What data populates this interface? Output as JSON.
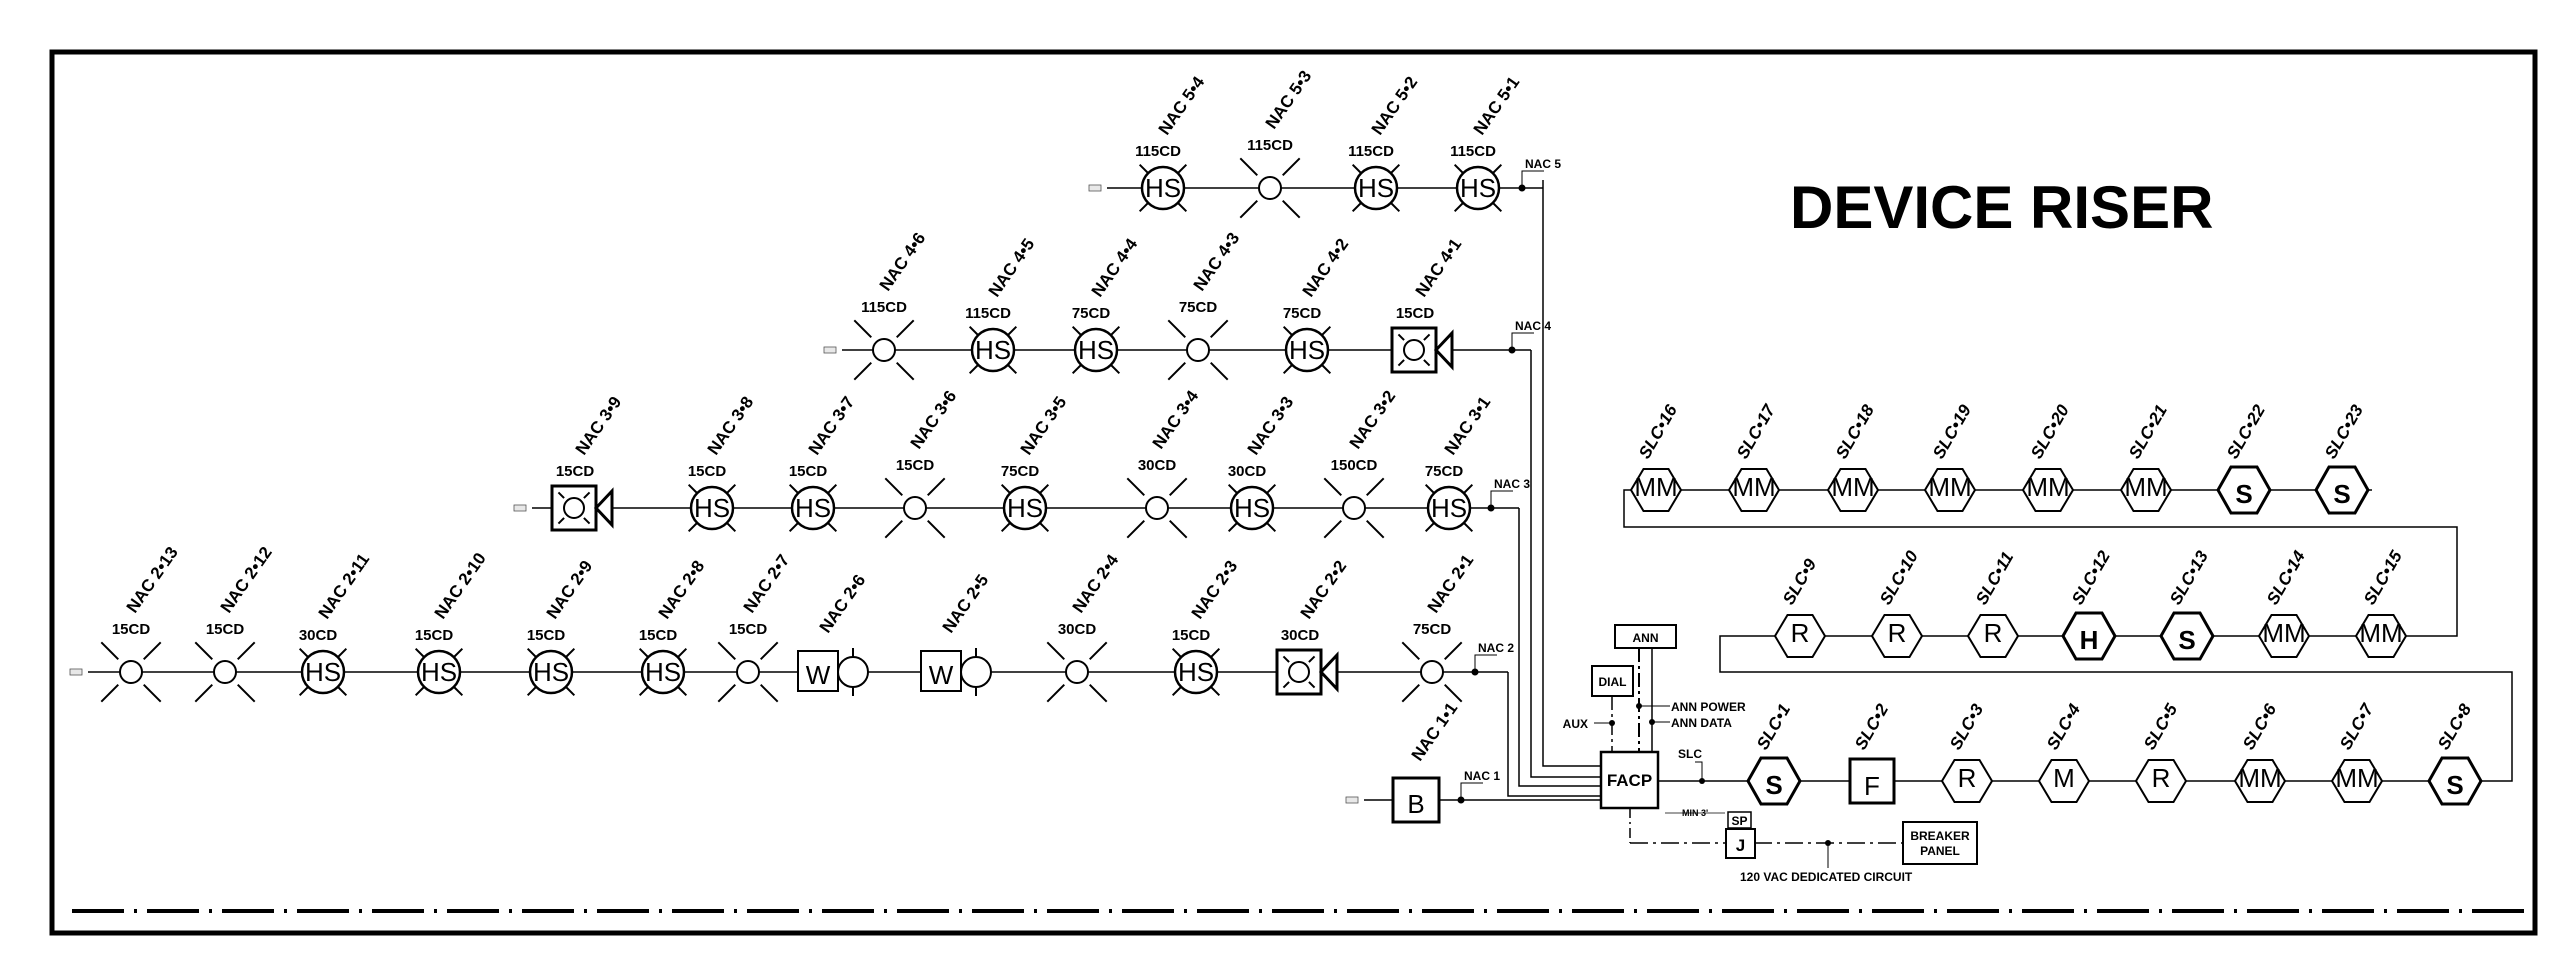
{
  "title": "DEVICE RISER",
  "colors": {
    "ink": "#000000",
    "paper": "#ffffff",
    "eol_fill": "#e8e8e8"
  },
  "legend_symbols": {
    "strobe": "wall strobe (candela rated)",
    "HS": "horn/strobe",
    "speaker_strobe": "speaker/strobe",
    "W": "waterflow/weatherproof horn",
    "B": "bell",
    "S": "smoke detector",
    "F": "fire pull station",
    "R": "relay module",
    "M": "monitor module",
    "MM": "mini monitor module",
    "H": "heat detector"
  },
  "nac_circuits": [
    {
      "name": "NAC 5",
      "tap_label": "NAC 5",
      "devices": [
        {
          "id": "NAC 5•4",
          "type": "HS",
          "rating": "115CD",
          "text": "HS"
        },
        {
          "id": "NAC 5•3",
          "type": "strobe",
          "rating": "115CD",
          "text": ""
        },
        {
          "id": "NAC 5•2",
          "type": "HS",
          "rating": "115CD",
          "text": "HS"
        },
        {
          "id": "NAC 5•1",
          "type": "HS",
          "rating": "115CD",
          "text": "HS"
        }
      ]
    },
    {
      "name": "NAC 4",
      "tap_label": "NAC 4",
      "devices": [
        {
          "id": "NAC 4•6",
          "type": "strobe",
          "rating": "115CD",
          "text": ""
        },
        {
          "id": "NAC 4•5",
          "type": "HS",
          "rating": "115CD",
          "text": "HS"
        },
        {
          "id": "NAC 4•4",
          "type": "HS",
          "rating": "75CD",
          "text": "HS"
        },
        {
          "id": "NAC 4•3",
          "type": "strobe",
          "rating": "75CD",
          "text": ""
        },
        {
          "id": "NAC 4•2",
          "type": "HS",
          "rating": "75CD",
          "text": "HS"
        },
        {
          "id": "NAC 4•1",
          "type": "speaker_strobe",
          "rating": "15CD",
          "text": ""
        }
      ]
    },
    {
      "name": "NAC 3",
      "tap_label": "NAC 3",
      "devices": [
        {
          "id": "NAC 3•9",
          "type": "speaker_strobe",
          "rating": "15CD",
          "text": ""
        },
        {
          "id": "NAC 3•8",
          "type": "HS",
          "rating": "15CD",
          "text": "HS"
        },
        {
          "id": "NAC 3•7",
          "type": "HS",
          "rating": "15CD",
          "text": "HS"
        },
        {
          "id": "NAC 3•6",
          "type": "strobe",
          "rating": "15CD",
          "text": ""
        },
        {
          "id": "NAC 3•5",
          "type": "HS",
          "rating": "75CD",
          "text": "HS"
        },
        {
          "id": "NAC 3•4",
          "type": "strobe",
          "rating": "30CD",
          "text": ""
        },
        {
          "id": "NAC 3•3",
          "type": "HS",
          "rating": "30CD",
          "text": "HS"
        },
        {
          "id": "NAC 3•2",
          "type": "strobe",
          "rating": "150CD",
          "text": ""
        },
        {
          "id": "NAC 3•1",
          "type": "HS",
          "rating": "75CD",
          "text": "HS"
        }
      ]
    },
    {
      "name": "NAC 2",
      "tap_label": "NAC 2",
      "devices": [
        {
          "id": "NAC 2•13",
          "type": "strobe",
          "rating": "15CD",
          "text": ""
        },
        {
          "id": "NAC 2•12",
          "type": "strobe",
          "rating": "15CD",
          "text": ""
        },
        {
          "id": "NAC 2•11",
          "type": "HS",
          "rating": "30CD",
          "text": "HS"
        },
        {
          "id": "NAC 2•10",
          "type": "HS",
          "rating": "15CD",
          "text": "HS"
        },
        {
          "id": "NAC 2•9",
          "type": "HS",
          "rating": "15CD",
          "text": "HS"
        },
        {
          "id": "NAC 2•8",
          "type": "HS",
          "rating": "15CD",
          "text": "HS"
        },
        {
          "id": "NAC 2•7",
          "type": "strobe",
          "rating": "15CD",
          "text": ""
        },
        {
          "id": "NAC 2•6",
          "type": "W",
          "rating": "",
          "text": "W"
        },
        {
          "id": "NAC 2•5",
          "type": "W",
          "rating": "",
          "text": "W"
        },
        {
          "id": "NAC 2•4",
          "type": "strobe",
          "rating": "30CD",
          "text": ""
        },
        {
          "id": "NAC 2•3",
          "type": "HS",
          "rating": "15CD",
          "text": "HS"
        },
        {
          "id": "NAC 2•2",
          "type": "speaker_strobe",
          "rating": "30CD",
          "text": ""
        },
        {
          "id": "NAC 2•1",
          "type": "strobe",
          "rating": "75CD",
          "text": ""
        }
      ]
    },
    {
      "name": "NAC 1",
      "tap_label": "NAC 1",
      "devices": [
        {
          "id": "NAC 1•1",
          "type": "B",
          "rating": "",
          "text": "B"
        }
      ]
    }
  ],
  "slc_loop": {
    "tap_label": "SLC",
    "rows": [
      [
        {
          "id": "SLC•1",
          "type": "S",
          "text": "S"
        },
        {
          "id": "SLC•2",
          "type": "F",
          "text": "F"
        },
        {
          "id": "SLC•3",
          "type": "R",
          "text": "R"
        },
        {
          "id": "SLC•4",
          "type": "M",
          "text": "M"
        },
        {
          "id": "SLC•5",
          "type": "R",
          "text": "R"
        },
        {
          "id": "SLC•6",
          "type": "MM",
          "text": "MM"
        },
        {
          "id": "SLC•7",
          "type": "MM",
          "text": "MM"
        },
        {
          "id": "SLC•8",
          "type": "S",
          "text": "S"
        }
      ],
      [
        {
          "id": "SLC•9",
          "type": "R",
          "text": "R"
        },
        {
          "id": "SLC•10",
          "type": "R",
          "text": "R"
        },
        {
          "id": "SLC•11",
          "type": "R",
          "text": "R"
        },
        {
          "id": "SLC•12",
          "type": "H",
          "text": "H"
        },
        {
          "id": "SLC•13",
          "type": "S",
          "text": "S"
        },
        {
          "id": "SLC•14",
          "type": "MM",
          "text": "MM"
        },
        {
          "id": "SLC•15",
          "type": "MM",
          "text": "MM"
        }
      ],
      [
        {
          "id": "SLC•16",
          "type": "MM",
          "text": "MM"
        },
        {
          "id": "SLC•17",
          "type": "MM",
          "text": "MM"
        },
        {
          "id": "SLC•18",
          "type": "MM",
          "text": "MM"
        },
        {
          "id": "SLC•19",
          "type": "MM",
          "text": "MM"
        },
        {
          "id": "SLC•20",
          "type": "MM",
          "text": "MM"
        },
        {
          "id": "SLC•21",
          "type": "MM",
          "text": "MM"
        },
        {
          "id": "SLC•22",
          "type": "S",
          "text": "S"
        },
        {
          "id": "SLC•23",
          "type": "S",
          "text": "S"
        }
      ]
    ]
  },
  "panel": {
    "facp": "FACP",
    "ann": "ANN",
    "dial": "DIAL",
    "aux": "AUX",
    "ann_power": "ANN POWER",
    "ann_data": "ANN DATA",
    "min_distance": "MIN 3'",
    "sp": "SP",
    "j": "J",
    "breaker_panel_line1": "BREAKER",
    "breaker_panel_line2": "PANEL",
    "power_note": "120 VAC DEDICATED CIRCUIT"
  },
  "eol_marker": "EOL"
}
